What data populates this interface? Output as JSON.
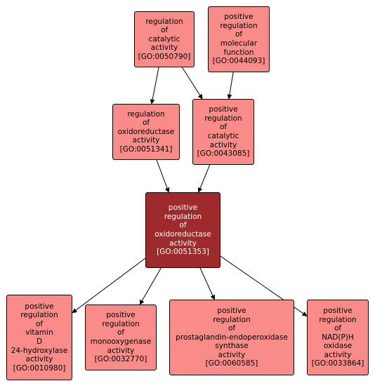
{
  "colors": {
    "node_fill": "#f98b88",
    "focus_fill": "#9e2a2b",
    "focus_text": "#ffffff",
    "edge": "#000000"
  },
  "nodes": {
    "n0050790": {
      "lines": [
        "regulation",
        "of",
        "catalytic",
        "activity",
        "[GO:0050790]"
      ]
    },
    "n0044093": {
      "lines": [
        "positive",
        "regulation",
        "of",
        "molecular",
        "function",
        "[GO:0044093]"
      ]
    },
    "n0051341": {
      "lines": [
        "regulation",
        "of",
        "oxidoreductase",
        "activity",
        "[GO:0051341]"
      ]
    },
    "n0043085": {
      "lines": [
        "positive",
        "regulation",
        "of",
        "catalytic",
        "activity",
        "[GO:0043085]"
      ]
    },
    "n0051353": {
      "lines": [
        "positive",
        "regulation",
        "of",
        "oxidoreductase",
        "activity",
        "[GO:0051353]"
      ]
    },
    "n0010980": {
      "lines": [
        "positive",
        "regulation",
        "of",
        "vitamin",
        "D",
        "24-hydroxylase",
        "activity",
        "[GO:0010980]"
      ]
    },
    "n0032770": {
      "lines": [
        "positive",
        "regulation",
        "of",
        "monooxygenase",
        "activity",
        "[GO:0032770]"
      ]
    },
    "n0060585": {
      "lines": [
        "positive",
        "regulation",
        "of",
        "prostaglandin-endoperoxidase",
        "synthase",
        "activity",
        "[GO:0060585]"
      ]
    },
    "n0033864": {
      "lines": [
        "positive",
        "regulation",
        "of",
        "NAD(P)H",
        "oxidase",
        "activity",
        "[GO:0033864]"
      ]
    }
  },
  "edges": [
    {
      "from": "n0050790",
      "to": "n0051341"
    },
    {
      "from": "n0050790",
      "to": "n0043085"
    },
    {
      "from": "n0044093",
      "to": "n0043085"
    },
    {
      "from": "n0051341",
      "to": "n0051353"
    },
    {
      "from": "n0043085",
      "to": "n0051353"
    },
    {
      "from": "n0051353",
      "to": "n0010980"
    },
    {
      "from": "n0051353",
      "to": "n0032770"
    },
    {
      "from": "n0051353",
      "to": "n0060585"
    },
    {
      "from": "n0051353",
      "to": "n0033864"
    }
  ]
}
